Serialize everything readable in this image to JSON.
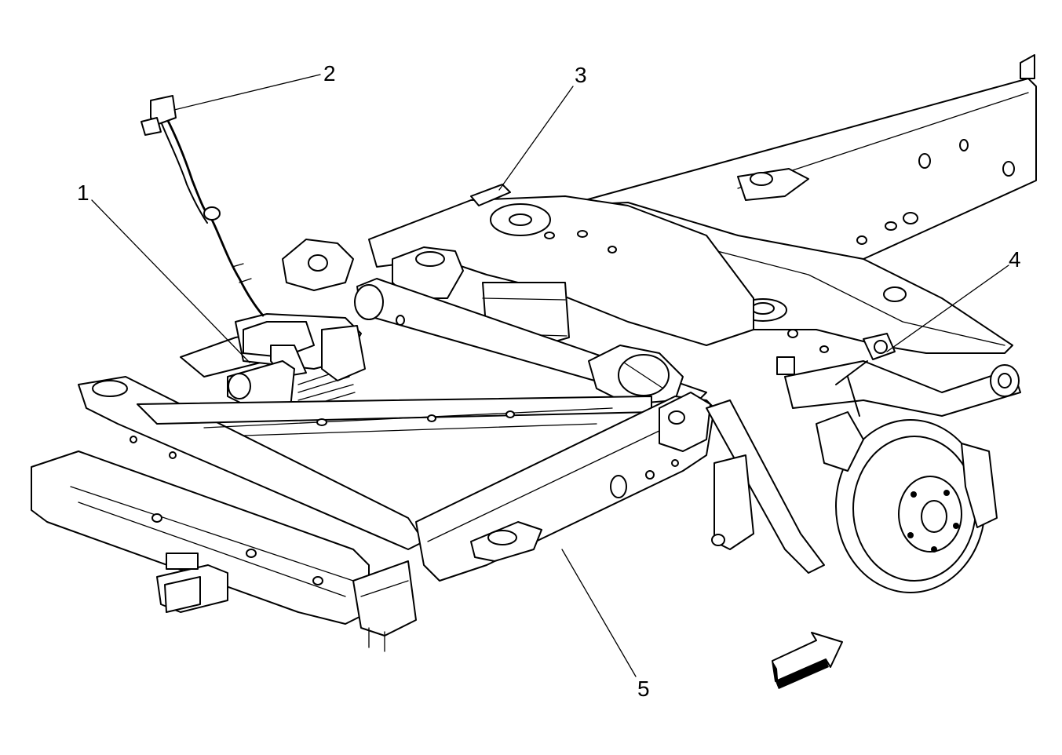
{
  "diagram": {
    "callouts": [
      {
        "id": "1",
        "label": "1"
      },
      {
        "id": "2",
        "label": "2"
      },
      {
        "id": "3",
        "label": "3"
      },
      {
        "id": "4",
        "label": "4"
      },
      {
        "id": "5",
        "label": "5"
      }
    ],
    "orientation_arrow": "arrow-icon"
  }
}
